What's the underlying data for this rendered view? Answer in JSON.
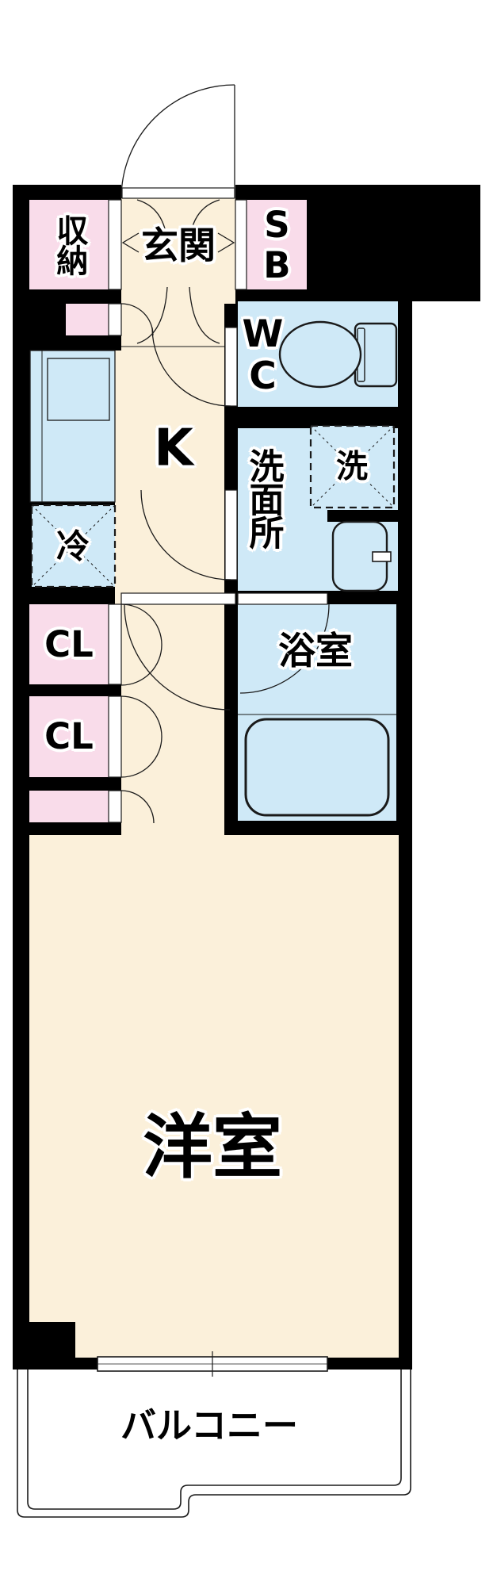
{
  "title": "apartment-floor-plan",
  "colors": {
    "floor_cream": "#fbf0da",
    "closet_pink": "#f9dcea",
    "wet_area_blue": "#cfe9f7",
    "wall_black": "#000000",
    "line_dark": "#1a1a1a"
  },
  "rooms": {
    "storage": {
      "label": "収納"
    },
    "entrance": {
      "label": "玄関"
    },
    "shoe_box": {
      "label": "SB"
    },
    "toilet": {
      "label": "WC"
    },
    "kitchen": {
      "label": "K"
    },
    "refrigerator": {
      "label": "冷"
    },
    "washroom": {
      "label": "洗面所"
    },
    "washer": {
      "label": "洗"
    },
    "closet1": {
      "label": "CL"
    },
    "closet2": {
      "label": "CL"
    },
    "bathroom": {
      "label": "浴室"
    },
    "western_room": {
      "label": "洋室"
    },
    "balcony": {
      "label": "バルコニー"
    }
  }
}
